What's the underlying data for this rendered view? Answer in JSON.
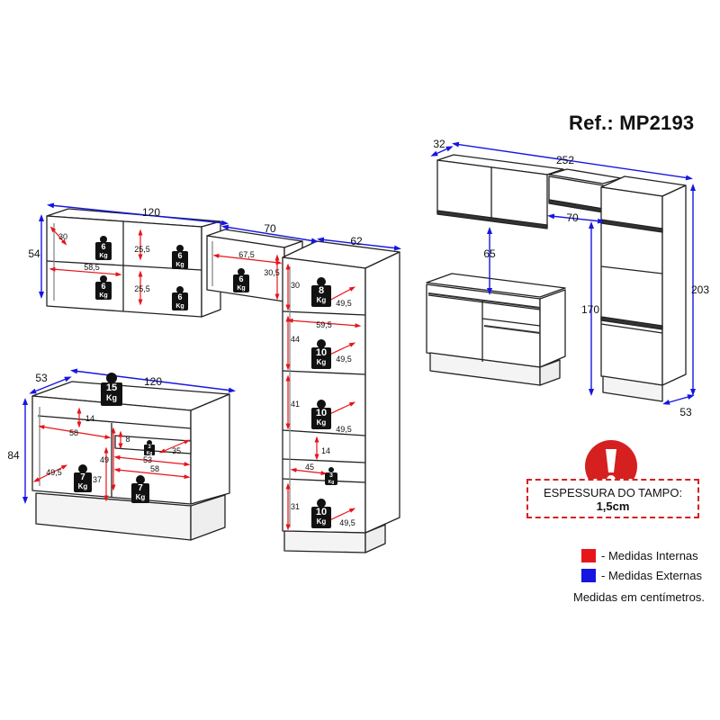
{
  "reference": "Ref.: MP2193",
  "dimensions": {
    "upper_120_width": "120",
    "upper_120_depth": "54",
    "upper_120_gap_h": "30",
    "upper_120_shelf_w": "58,5",
    "upper_120_h1": "25,5",
    "upper_120_h2": "25,5",
    "upper_70_width": "70",
    "upper_70_inner_w": "67,5",
    "upper_70_inner_h": "30,5",
    "tower_62_depth": "62",
    "tower_inner_h1": "30",
    "tower_inner_d1": "49,5",
    "tower_inner_w": "59,5",
    "tower_inner_h2": "44",
    "tower_inner_d2": "49,5",
    "tower_inner_h3": "41",
    "tower_inner_d3": "49,5",
    "tower_inner_h4": "14",
    "tower_inner_w4": "45",
    "tower_inner_h5": "31",
    "tower_inner_d5": "49,5",
    "base_depth": "53",
    "base_width": "120",
    "base_height": "84",
    "base_drawer_h": "14",
    "base_inner_w1": "58",
    "base_drawer_h2": "8",
    "base_drawer_d": "35",
    "base_inner_h": "49",
    "base_inner_d": "49,5",
    "base_inner_w2": "53",
    "base_inner_h2": "37",
    "base_inner_w3": "58",
    "overview_depth_top": "32",
    "overview_width": "252",
    "overview_upper_70": "70",
    "overview_gap": "65",
    "overview_tower_h": "170",
    "overview_total_h": "203",
    "overview_depth_bottom": "53"
  },
  "weights": {
    "w6a": "6",
    "w6b": "6",
    "w6c": "6",
    "w6d": "6",
    "w6e": "6",
    "w8": "8",
    "w10a": "10",
    "w10b": "10",
    "w10c": "10",
    "w15": "15",
    "w7a": "7",
    "w7b": "7",
    "w3": "3",
    "unit": "Kg"
  },
  "warning": {
    "title": "ESPESSURA DO TAMPO:",
    "value": "1,5cm"
  },
  "legend": {
    "internal_label": "- Medidas Internas",
    "external_label": "- Medidas Externas",
    "note": "Medidas em centímetros.",
    "internal_color": "#e8141b",
    "external_color": "#1616e0"
  }
}
